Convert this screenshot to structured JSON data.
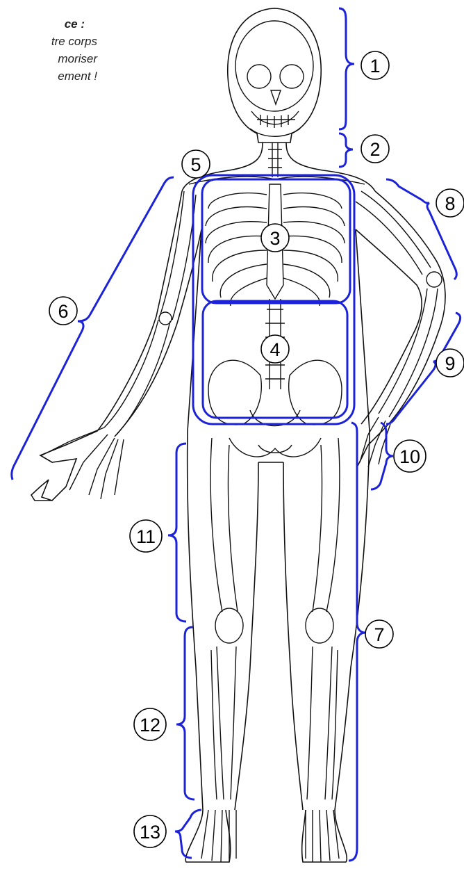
{
  "intro": {
    "line1": "ce :",
    "line2": "tre corps",
    "line3": "moriser",
    "line4": "ement !"
  },
  "colors": {
    "bracket": "#1c23d6",
    "outline": "#000000"
  },
  "labels": [
    "1",
    "2",
    "3",
    "4",
    "5",
    "6",
    "7",
    "8",
    "9",
    "10",
    "11",
    "12",
    "13"
  ]
}
